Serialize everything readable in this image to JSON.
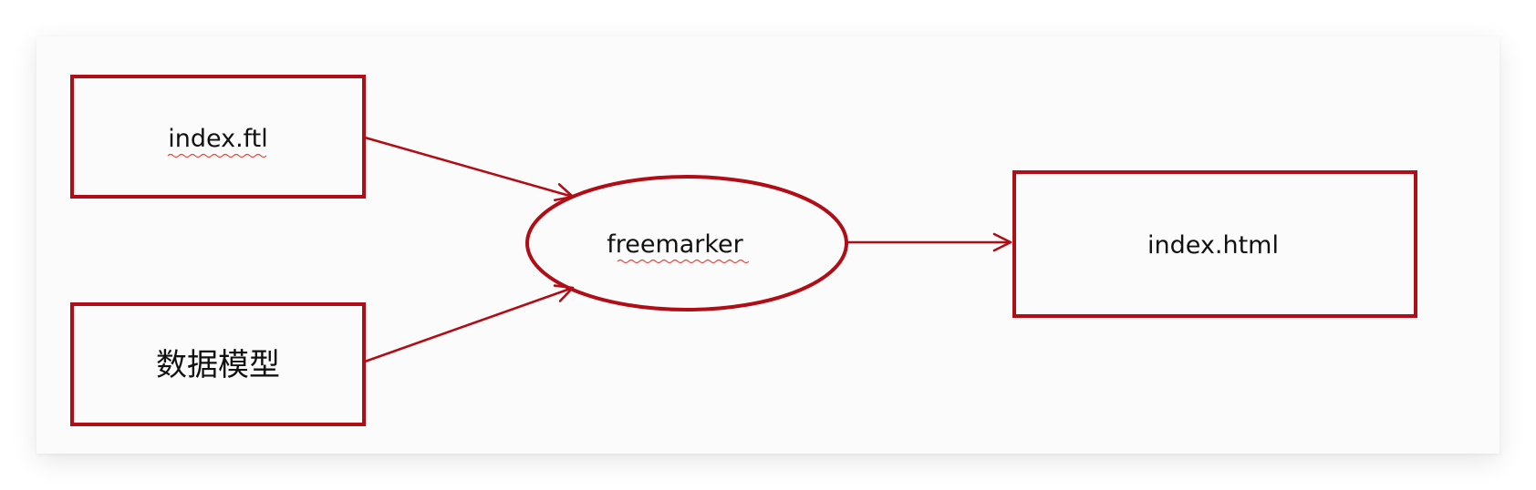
{
  "diagram": {
    "colors": {
      "stroke": "#b00d16",
      "text": "#111111",
      "spellcheck": "#e0443a"
    },
    "nodes": {
      "template": {
        "label": "index.ftl",
        "shape": "rectangle"
      },
      "data_model": {
        "label": "数据模型",
        "shape": "rectangle"
      },
      "engine": {
        "label": "freemarker",
        "shape": "ellipse"
      },
      "output": {
        "label": "index.html",
        "shape": "rectangle"
      }
    },
    "edges": [
      {
        "from": "template",
        "to": "engine"
      },
      {
        "from": "data_model",
        "to": "engine"
      },
      {
        "from": "engine",
        "to": "output"
      }
    ]
  }
}
